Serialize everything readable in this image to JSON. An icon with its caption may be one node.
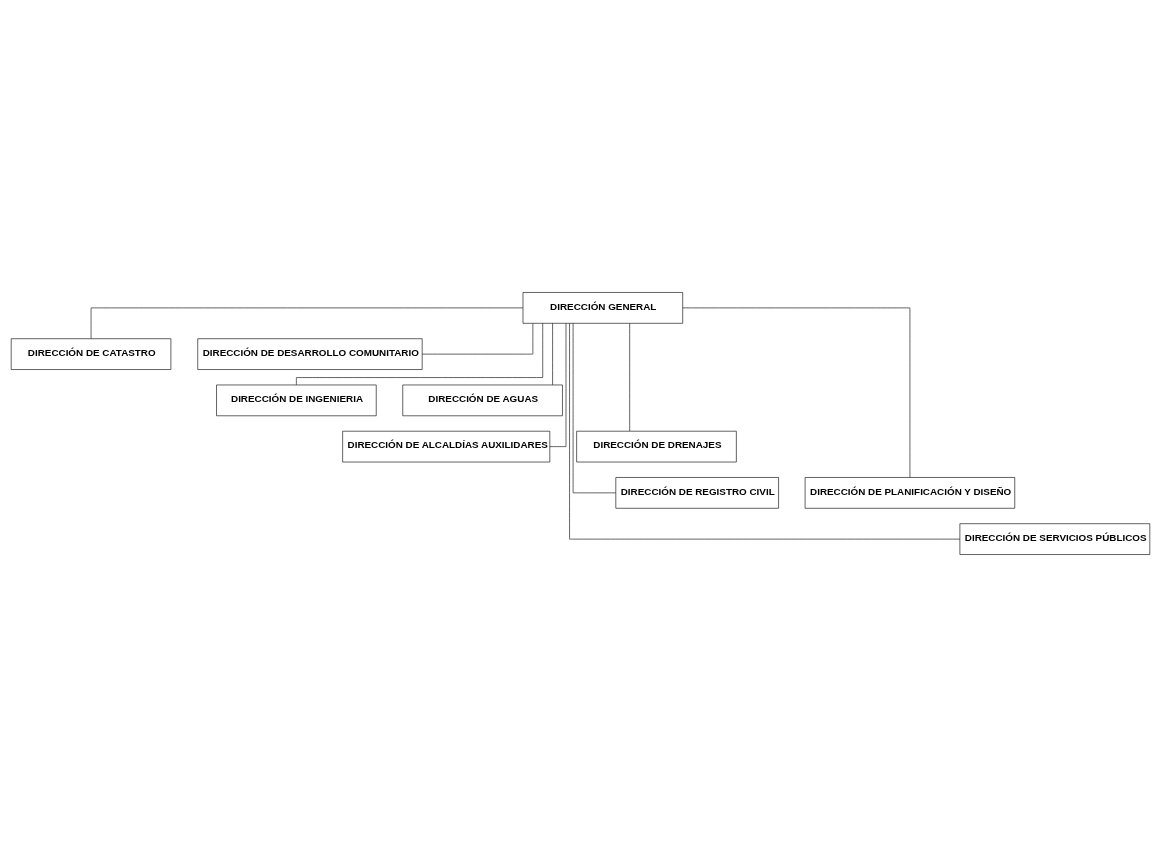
{
  "diagram": {
    "nodes": [
      {
        "text": [
          "DIRECCIÓN GENERAL"
        ]
      },
      {
        "text": [
          "DIRECCIÓN DE CATASTRO"
        ]
      },
      {
        "text": [
          "DIRECCIÓN DE DESARROLLO COMUNITARIO"
        ]
      },
      {
        "text": [
          "DIRECCIÓN DE INGENIERIA"
        ]
      },
      {
        "text": [
          "DIRECCIÓN DE AGUAS"
        ]
      },
      {
        "text": [
          "DIRECCIÓN DE ALCALDÍAS AUXILIDARES"
        ]
      },
      {
        "text": [
          "DIRECCIÓN DE DRENAJES"
        ]
      },
      {
        "text": [
          "DIRECCIÓN DE REGISTRO CIVIL"
        ]
      },
      {
        "text": [
          "DIRECCIÓN DE PLANIFICACIÓN Y DISEÑO"
        ]
      },
      {
        "text": [
          "DIRECCIÓN DE SERVICIOS PÚBLICOS"
        ]
      }
    ],
    "edges": [
      {
        "from": 0,
        "to": 1,
        "arrow": "none"
      },
      {
        "from": 0,
        "to": 2,
        "arrow": "none"
      },
      {
        "from": 0,
        "to": 3,
        "arrow": "none"
      },
      {
        "from": 0,
        "to": 4,
        "arrow": "none"
      },
      {
        "from": 0,
        "to": 5,
        "arrow": "none"
      },
      {
        "from": 0,
        "to": 6,
        "arrow": "none"
      },
      {
        "from": 0,
        "to": 7,
        "arrow": "none"
      },
      {
        "from": 0,
        "to": 8,
        "arrow": "none"
      },
      {
        "from": 0,
        "to": 9,
        "arrow": "none"
      }
    ]
  }
}
